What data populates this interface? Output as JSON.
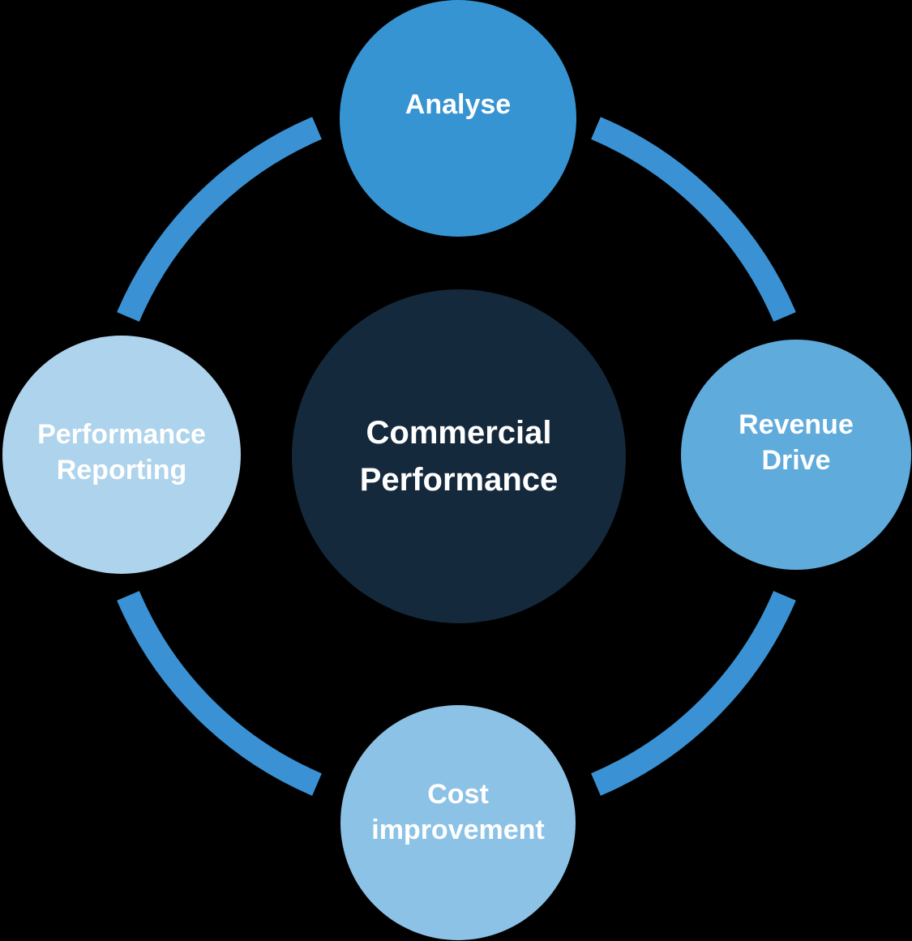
{
  "background_color": "#000000",
  "diagram": {
    "center": {
      "label": "Commercial\nPerformance",
      "color": "#15293c",
      "text_color": "#ffffff"
    },
    "nodes": [
      {
        "id": "analyse",
        "label": "Analyse",
        "position": "top",
        "color": "#3794d3"
      },
      {
        "id": "revenue-drive",
        "label": "Revenue\nDrive",
        "position": "right",
        "color": "#5fabdb"
      },
      {
        "id": "cost-improvement",
        "label": "Cost\nimprovement",
        "position": "bottom",
        "color": "#8cc2e5"
      },
      {
        "id": "performance-reporting",
        "label": "Performance\nReporting",
        "position": "left",
        "color": "#aed3ec"
      }
    ],
    "ring": {
      "color": "#3a92d4"
    }
  }
}
